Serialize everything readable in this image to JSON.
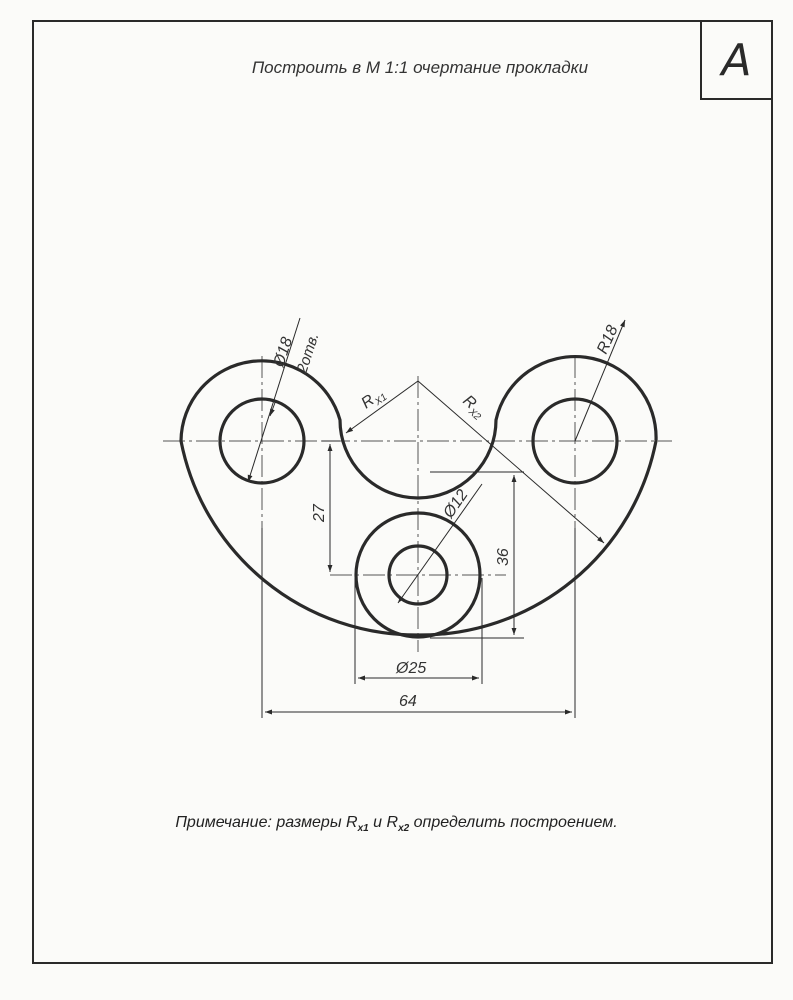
{
  "sheet": {
    "title": "Построить в М 1:1 очертание прокладки",
    "variant": "А"
  },
  "dimensions": {
    "d_small_holes": "Ø18",
    "holes_count": "2отв.",
    "r_right": "R18",
    "rx1": {
      "base": "R",
      "sub": "X1"
    },
    "rx2": {
      "base": "R",
      "sub": "X2"
    },
    "d_center_hole": "Ø12",
    "d_center_boss": "Ø25",
    "dim_27": "27",
    "dim_36": "36",
    "dim_64": "64"
  },
  "note": {
    "prefix": "Примечание: размеры R",
    "sub1": "x1",
    "mid": " и R",
    "sub2": "x2",
    "suffix": " определить построением."
  },
  "colors": {
    "line": "#2a2a2a",
    "thin": "#555555",
    "paper": "#fbfbf9"
  }
}
